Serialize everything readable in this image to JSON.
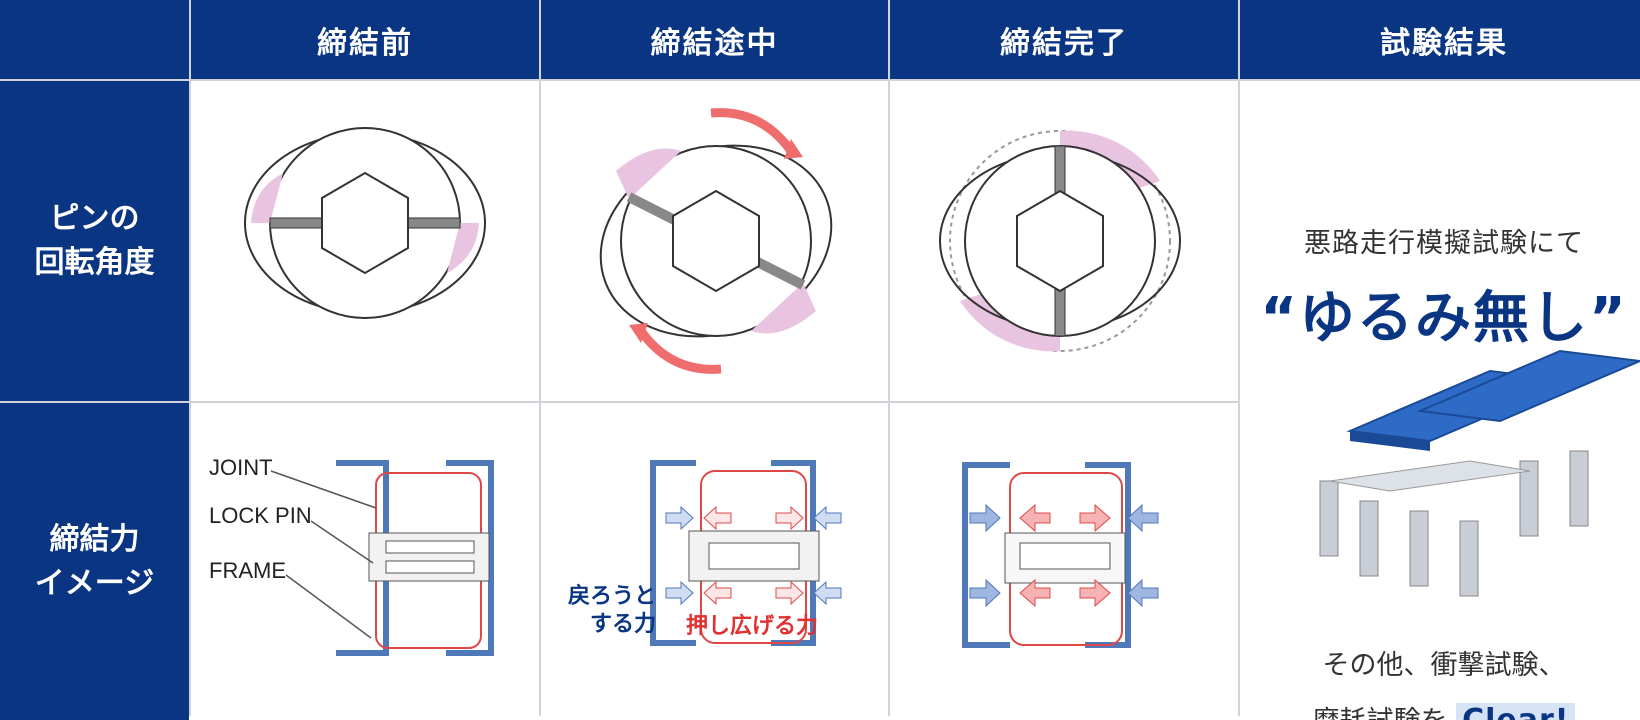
{
  "headers": {
    "corner": "",
    "before": "締結前",
    "during": "締結途中",
    "complete": "締結完了",
    "result": "試験結果"
  },
  "rows": {
    "pin_angle": [
      "ピンの",
      "回転角度"
    ],
    "clamp_force": [
      "締結力",
      "イメージ"
    ]
  },
  "labels": {
    "joint": "JOINT",
    "lock_pin": "LOCK PIN",
    "frame": "FRAME",
    "return_force": [
      "戻ろうと",
      "する力"
    ],
    "expand_force": "押し広げる力"
  },
  "result": {
    "line1": "悪路走行模擬試験にて",
    "headline": "“ゆるみ無し”",
    "line2": "その他、衝撃試験、",
    "line3_prefix": "摩耗試験を",
    "clear": "Clear!"
  },
  "colors": {
    "navy": "#0a3583",
    "frame_blue": "#4f78b8",
    "red": "#e04848",
    "pink": "#e8c4e0",
    "arrow_red": "#ef6d6d"
  }
}
